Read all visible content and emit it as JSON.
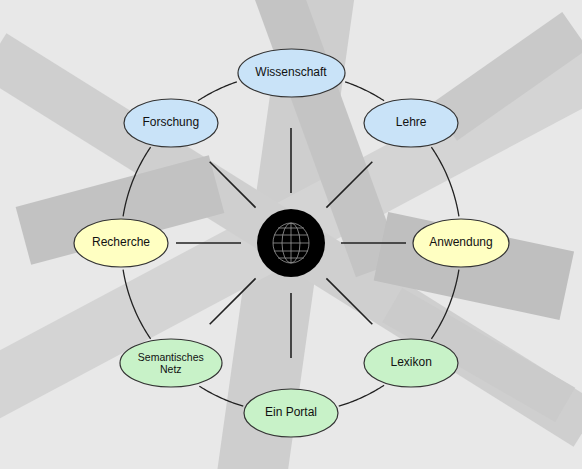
{
  "diagram": {
    "nodes": [
      {
        "text": [
          "Wissenschaft"
        ]
      },
      {
        "text": [
          "Lehre"
        ]
      },
      {
        "text": [
          "Anwendung"
        ]
      },
      {
        "text": [
          "Lexikon"
        ]
      },
      {
        "text": [
          "Ein Portal"
        ]
      },
      {
        "text": [
          "Semantisches Netz"
        ]
      },
      {
        "text": [
          "Recherche"
        ]
      },
      {
        "text": [
          "Forschung"
        ]
      }
    ],
    "edges": [
      {
        "from": 0,
        "to": 1,
        "arrow": "none"
      },
      {
        "from": 1,
        "to": 2,
        "arrow": "none"
      },
      {
        "from": 2,
        "to": 3,
        "arrow": "none"
      },
      {
        "from": 3,
        "to": 4,
        "arrow": "none"
      },
      {
        "from": 4,
        "to": 5,
        "arrow": "none"
      },
      {
        "from": 5,
        "to": 6,
        "arrow": "none"
      },
      {
        "from": 6,
        "to": 7,
        "arrow": "none"
      },
      {
        "from": 7,
        "to": 0,
        "arrow": "none"
      }
    ]
  }
}
